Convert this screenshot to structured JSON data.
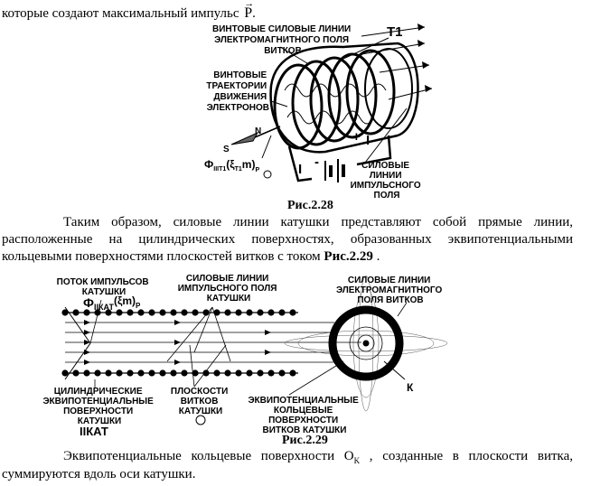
{
  "text": {
    "intro": "которые создают максимальный импульс",
    "intro_symbol": "P",
    "intro_end": ".",
    "para1_l1": "Таким образом, силовые линии катушки  представляют собой прямые линии,",
    "para1_l2": "расположенные на цилиндрических поверхностях, образованных эквипотенциальными",
    "para1_l3a": "кольцевыми поверхностями плоскостей витков с током ",
    "para1_l3b": "Рис.2.29",
    "para1_l3c": " .",
    "para2_l1a": "Эквипотенциальные кольцевые поверхности  O",
    "para2_l1sub": "K",
    "para2_l1b": " , созданные в плоскости витка,",
    "para2_l2": "суммируются вдоль оси катушки."
  },
  "fig1": {
    "caption": "Рис.2.28",
    "label_field": [
      "ВИНТОВЫЕ СИЛОВЫЕ ЛИНИИ",
      "ЭЛЕКТРОМАГНИТНОГО ПОЛЯ",
      "ВИТКОВ"
    ],
    "label_t1": "T1",
    "label_traj": [
      "ВИНТОВЫЕ",
      "ТРАЕКТОРИИ",
      "ДВИЖЕНИЯ",
      "ЭЛЕКТРОНОВ"
    ],
    "label_n": "N",
    "label_s": "S",
    "label_flux": "Ф",
    "label_flux_sub": "IIIТ1",
    "label_flux_rest": "(ξ",
    "label_flux_sub2": "Т1",
    "label_flux_end": "m)",
    "label_flux_sub3": "P",
    "label_i1": "I",
    "label_i2": "I",
    "label_plus": "+",
    "label_minus": "-",
    "label_impulse": [
      "СИЛОВЫЕ",
      "ЛИНИИ",
      "ИМПУЛЬСНОГО",
      "ПОЛЯ"
    ]
  },
  "fig2": {
    "caption": "Рис.2.29",
    "label_flow": [
      "ПОТОК ИМПУЛЬСОВ",
      "КАТУШКИ"
    ],
    "label_flux": "Ф",
    "label_flux_sub": "IIКАТ",
    "label_flux_rest": "(ξm)",
    "label_flux_sub2": "P",
    "label_coil_lines": [
      "СИЛОВЫЕ ЛИНИИ",
      "ИМПУЛЬСНОГО ПОЛЯ",
      "КАТУШКИ"
    ],
    "label_em_lines": [
      "СИЛОВЫЕ ЛИНИИ",
      "ЭЛЕКТРОМАГНИТНОГО",
      "ПОЛЯ ВИТКОВ"
    ],
    "label_cyl": [
      "ЦИЛИНДРИЧЕСКИЕ",
      "ЭКВИПОТЕНЦИАЛЬНЫЕ",
      "ПОВЕРХНОСТИ",
      "КАТУШКИ"
    ],
    "label_cyl_sym": "IIКАТ",
    "label_planes": [
      "ПЛОСКОСТИ",
      "ВИТКОВ",
      "КАТУШКИ"
    ],
    "label_ring": [
      "ЭКВИПОТЕНЦИАЛЬНЫЕ",
      "КОЛЬЦЕВЫЕ",
      "ПОВЕРХНОСТИ",
      "ВИТКОВ  КАТУШКИ"
    ],
    "label_k": "К"
  }
}
